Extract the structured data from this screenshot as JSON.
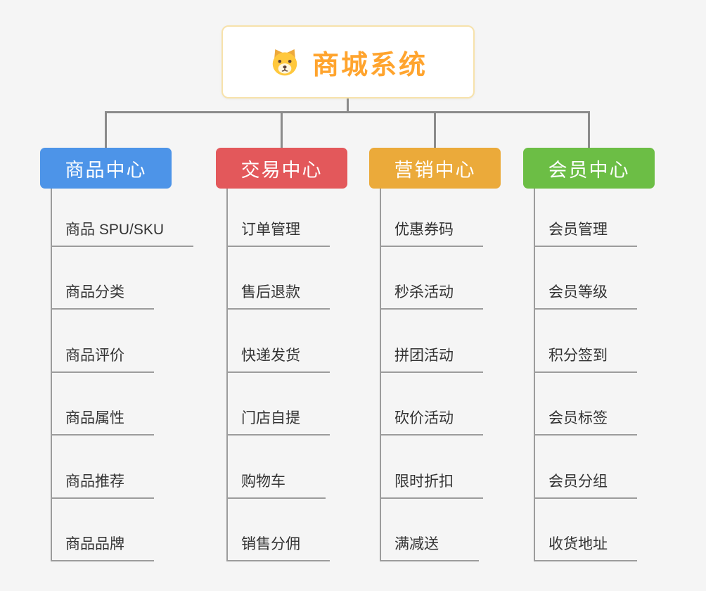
{
  "root": {
    "title": "商城系统",
    "title_color": "#ffa42e",
    "border_color": "#f7e2ab",
    "icon": "dog-icon"
  },
  "connector_color": "#8b8b8b",
  "branches": [
    {
      "label": "商品中心",
      "color": "#4d94e8",
      "items": [
        "商品 SPU/SKU",
        "商品分类",
        "商品评价",
        "商品属性",
        "商品推荐",
        "商品品牌"
      ]
    },
    {
      "label": "交易中心",
      "color": "#e3585b",
      "items": [
        "订单管理",
        "售后退款",
        "快递发货",
        "门店自提",
        "购物车",
        "销售分佣"
      ]
    },
    {
      "label": "营销中心",
      "color": "#ebaa3a",
      "items": [
        "优惠券码",
        "秒杀活动",
        "拼团活动",
        "砍价活动",
        "限时折扣",
        "满减送"
      ]
    },
    {
      "label": "会员中心",
      "color": "#6cbe45",
      "items": [
        "会员管理",
        "会员等级",
        "积分签到",
        "会员标签",
        "会员分组",
        "收货地址"
      ]
    }
  ]
}
